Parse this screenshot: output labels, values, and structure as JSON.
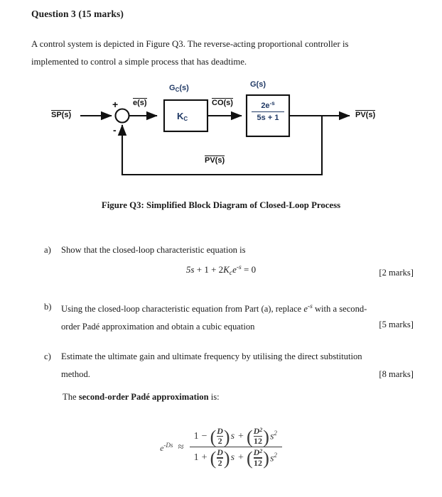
{
  "heading": "Question 3 (15 marks)",
  "intro": {
    "line1": "A control system is depicted in Figure Q3. The reverse-acting proportional controller is",
    "line2": "implemented to control a simple process that has deadtime."
  },
  "diagram": {
    "input_label": "SP(s)",
    "error_label": "e(s)",
    "controller_title": "G",
    "controller_title_sub": "C",
    "controller_title_tail": "(s)",
    "controller_block": "K",
    "controller_block_sub": "C",
    "co_label": "CO(s)",
    "process_title": "G(s)",
    "process_numerator": "2e",
    "process_numerator_exp": "-s",
    "process_denominator": "5s + 1",
    "output_label": "PV(s)",
    "feedback_label": "PV(s)",
    "plus_sign": "+",
    "minus_sign": "-",
    "accent_color": "#1f3864",
    "line_color": "#111111"
  },
  "caption": "Figure Q3: Simplified Block Diagram of Closed-Loop Process",
  "parts": [
    {
      "marker": "a)",
      "text": "Show that the closed-loop characteristic equation is",
      "marks": "[2 marks]"
    },
    {
      "marker": "b)",
      "line1": "Using the closed-loop characteristic equation from Part (a), replace",
      "line1_math": "e",
      "line1_math_sup": "-s",
      "line1_tail": "with a second-",
      "line2": "order Padé approximation and obtain a cubic equation",
      "marks": "[5 marks]"
    },
    {
      "marker": "c)",
      "line1": "Estimate the ultimate gain and ultimate frequency by utilising the direct substitution",
      "line2": "method.",
      "marks": "[8 marks]"
    }
  ],
  "equation_a": {
    "lhs1": "5s",
    "op1": "+",
    "term2": "1",
    "op2": "+",
    "coef": "2",
    "k": "K",
    "k_sub": "c",
    "e": "e",
    "e_sup": "-s",
    "eq": "=",
    "rhs": "0"
  },
  "pade": {
    "lead_plain_1": "The ",
    "lead_bold": "second-order Padé approximation",
    "lead_plain_2": " is:",
    "lhs": "e",
    "lhs_sup": "-Ds",
    "approx": "≈",
    "num_one": "1",
    "num_op1": "−",
    "num_frac1_top": "D",
    "num_frac1_bottom": "2",
    "num_s1": "s",
    "num_op2": "+",
    "num_frac2_top": "D",
    "num_frac2_top_sup": "2",
    "num_frac2_bottom": "12",
    "num_s2": "s",
    "num_s2_sup": "2",
    "den_one": "1",
    "den_op1": "+",
    "den_frac1_top": "D",
    "den_frac1_bottom": "2",
    "den_s1": "s",
    "den_op2": "+",
    "den_frac2_top": "D",
    "den_frac2_top_sup": "2",
    "den_frac2_bottom": "12",
    "den_s2": "s",
    "den_s2_sup": "2"
  }
}
